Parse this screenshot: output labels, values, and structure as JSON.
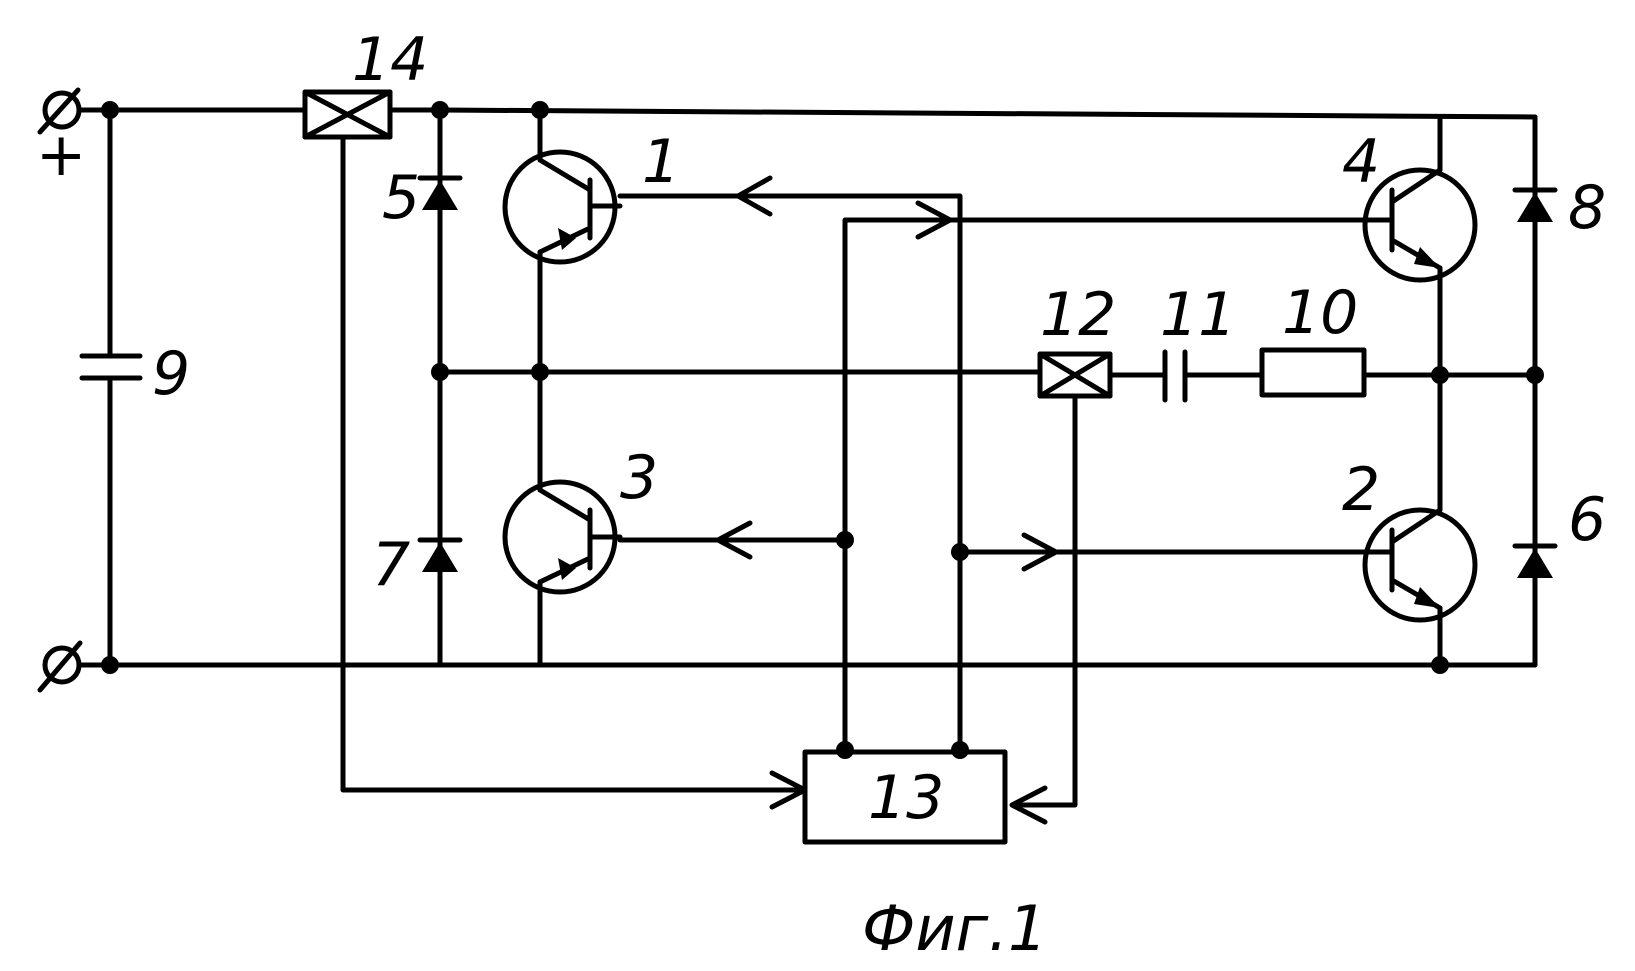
{
  "labels": {
    "t1": "1",
    "t2": "2",
    "t3": "3",
    "t4": "4",
    "d5": "5",
    "d6": "6",
    "d7": "7",
    "d8": "8",
    "c9": "9",
    "r10": "10",
    "c11": "11",
    "s12": "12",
    "b13": "13",
    "s14": "14",
    "plus": "+"
  },
  "caption": "Фиг.1"
}
